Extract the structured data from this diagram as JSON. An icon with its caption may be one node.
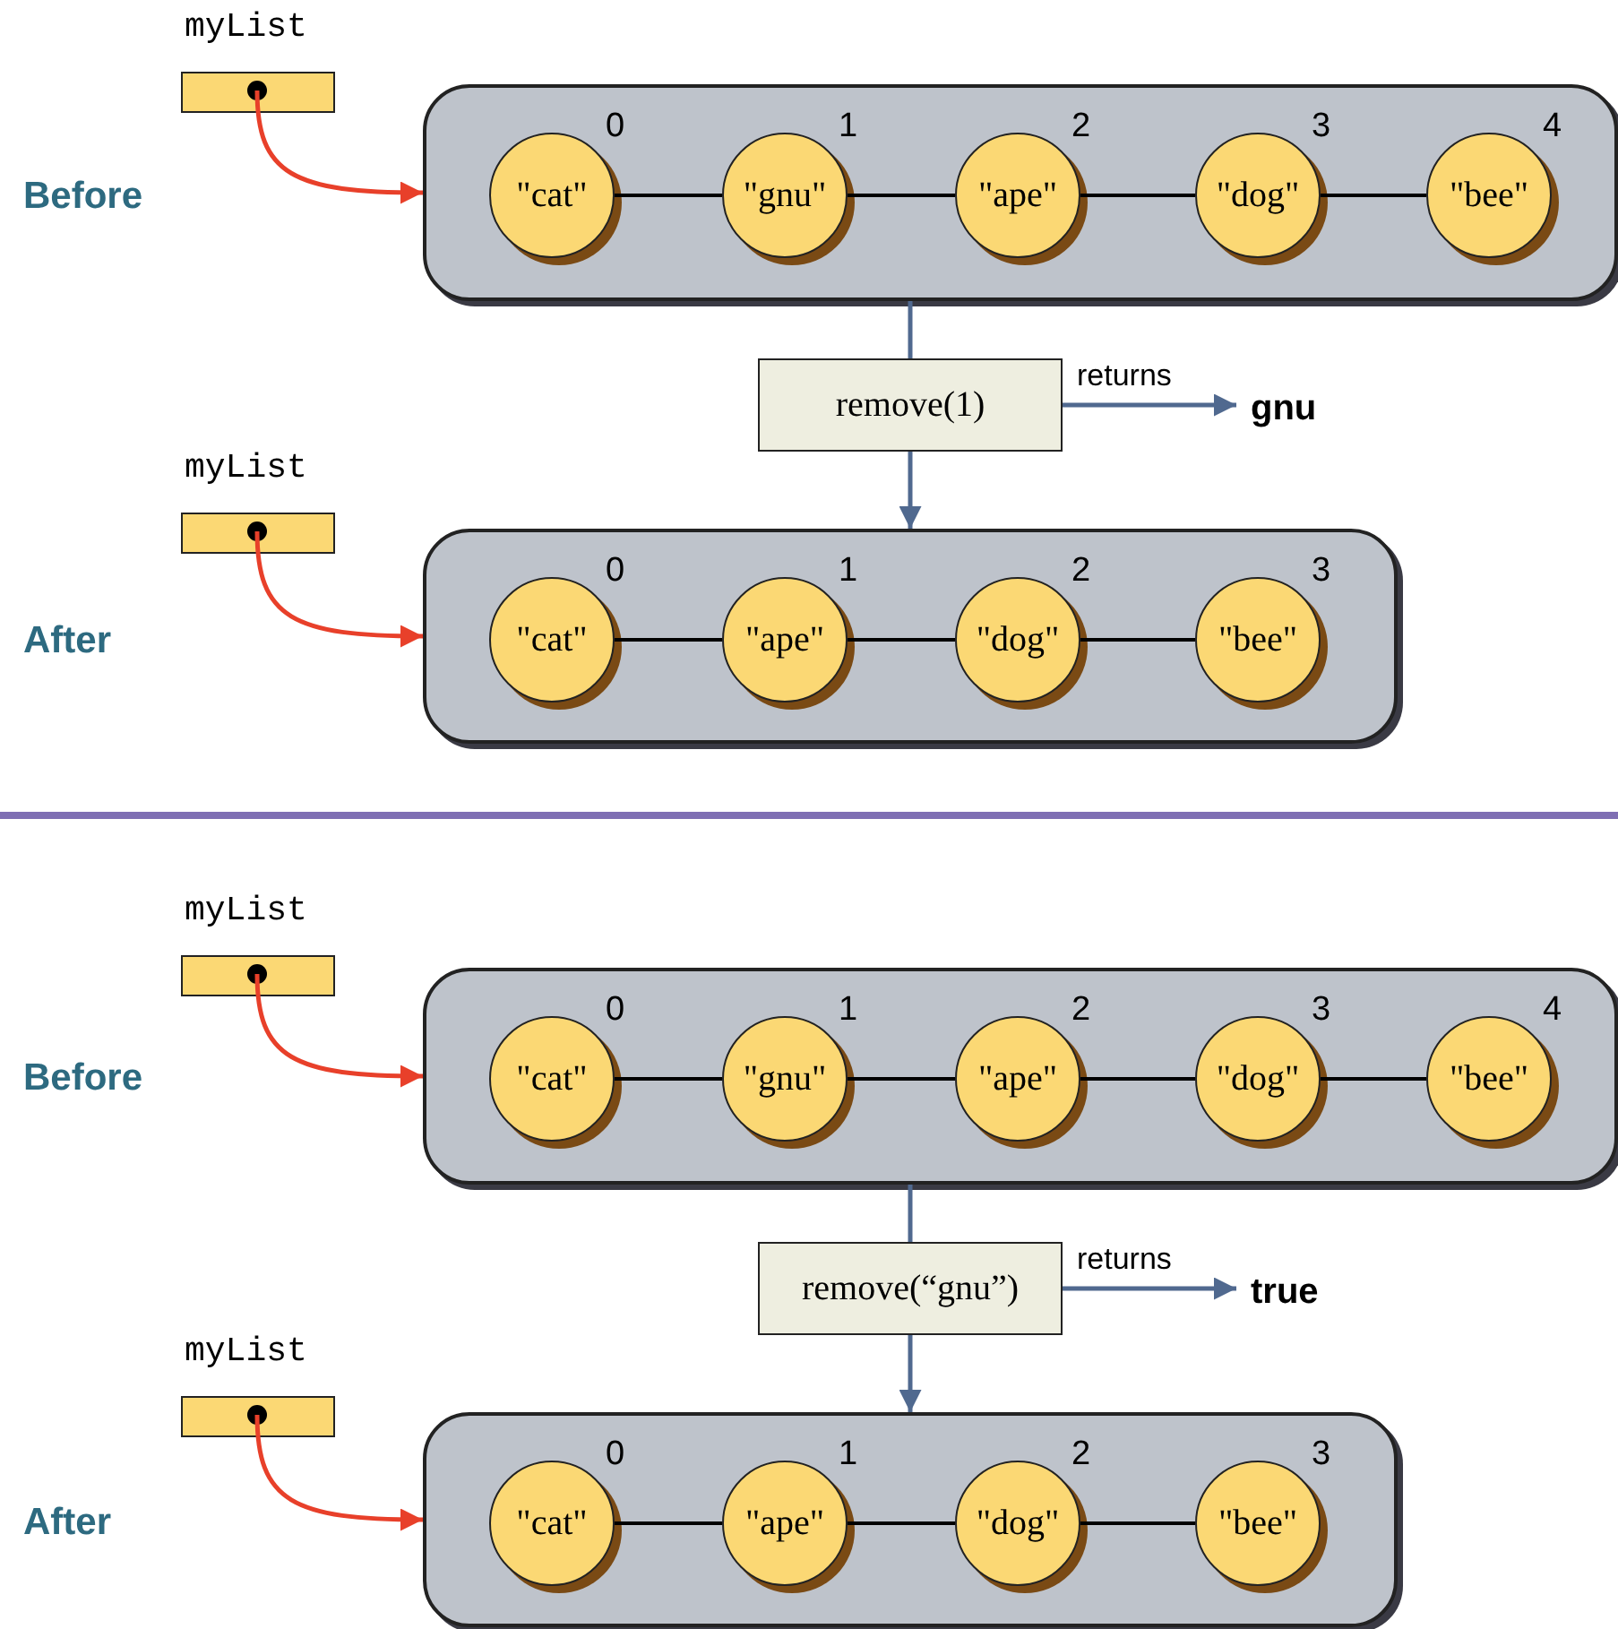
{
  "diagram": {
    "nodes": [
      {
        "text": [
          "myList"
        ]
      },
      {
        "text": [],
        "shape": "box"
      },
      {
        "text": [
          "\"cat\""
        ],
        "in": 1,
        "beside": [
          "0"
        ]
      },
      {
        "text": [
          "\"gnu\""
        ],
        "in": 1,
        "beside": [
          "1"
        ]
      },
      {
        "text": [
          "\"ape\""
        ],
        "in": 1,
        "beside": [
          "2"
        ]
      },
      {
        "text": [
          "\"dog\""
        ],
        "in": 1,
        "beside": [
          "3"
        ]
      },
      {
        "text": [
          "\"bee\""
        ],
        "in": 1,
        "beside": [
          "4"
        ]
      },
      {
        "text": [
          "remove(1)"
        ]
      },
      {
        "text": [
          "gnu"
        ]
      },
      {
        "text": [
          "myList"
        ]
      },
      {
        "text": [],
        "shape": "box"
      },
      {
        "text": [
          "\"cat\""
        ],
        "in": 10,
        "beside": [
          "0"
        ]
      },
      {
        "text": [
          "\"ape\""
        ],
        "in": 10,
        "beside": [
          "1"
        ]
      },
      {
        "text": [
          "\"dog\""
        ],
        "in": 10,
        "beside": [
          "2"
        ]
      },
      {
        "text": [
          "\"bee\""
        ],
        "in": 10,
        "beside": [
          "3"
        ]
      },
      {
        "text": [
          "myList"
        ]
      },
      {
        "text": [],
        "shape": "box"
      },
      {
        "text": [
          "\"cat\""
        ],
        "in": 16,
        "beside": [
          "0"
        ]
      },
      {
        "text": [
          "\"gnu\""
        ],
        "in": 16,
        "beside": [
          "1"
        ]
      },
      {
        "text": [
          "\"ape\""
        ],
        "in": 16,
        "beside": [
          "2"
        ]
      },
      {
        "text": [
          "\"dog\""
        ],
        "in": 16,
        "beside": [
          "3"
        ]
      },
      {
        "text": [
          "\"bee\""
        ],
        "in": 16,
        "beside": [
          "4"
        ]
      },
      {
        "text": [
          "remove(“gnu”)"
        ]
      },
      {
        "text": [
          "true"
        ]
      },
      {
        "text": [
          "myList"
        ]
      },
      {
        "text": [],
        "shape": "box"
      },
      {
        "text": [
          "\"cat\""
        ],
        "in": 25,
        "beside": [
          "0"
        ]
      },
      {
        "text": [
          "\"ape\""
        ],
        "in": 25,
        "beside": [
          "1"
        ]
      },
      {
        "text": [
          "\"dog\""
        ],
        "in": 25,
        "beside": [
          "2"
        ]
      },
      {
        "text": [
          "\"bee\""
        ],
        "in": 25,
        "beside": [
          "3"
        ]
      }
    ],
    "edges": [
      {
        "from": 0,
        "to": 1,
        "arrow": "to",
        "color": "#e8402a"
      },
      {
        "from": 2,
        "to": 3,
        "arrow": "none"
      },
      {
        "from": 3,
        "to": 4,
        "arrow": "none"
      },
      {
        "from": 4,
        "to": 5,
        "arrow": "none"
      },
      {
        "from": 5,
        "to": 6,
        "arrow": "none"
      },
      {
        "from": 1,
        "to": 7,
        "arrow": "none",
        "color": "#50698f"
      },
      {
        "from": 7,
        "to": 10,
        "arrow": "to",
        "color": "#50698f"
      },
      {
        "from": 7,
        "to": 8,
        "arrow": "to",
        "label": "returns",
        "color": "#50698f"
      },
      {
        "from": 9,
        "to": 10,
        "arrow": "to",
        "color": "#e8402a"
      },
      {
        "from": 11,
        "to": 12,
        "arrow": "none"
      },
      {
        "from": 12,
        "to": 13,
        "arrow": "none"
      },
      {
        "from": 13,
        "to": 14,
        "arrow": "none"
      },
      {
        "from": 15,
        "to": 16,
        "arrow": "to",
        "color": "#e8402a"
      },
      {
        "from": 17,
        "to": 18,
        "arrow": "none"
      },
      {
        "from": 18,
        "to": 19,
        "arrow": "none"
      },
      {
        "from": 19,
        "to": 20,
        "arrow": "none"
      },
      {
        "from": 20,
        "to": 21,
        "arrow": "none"
      },
      {
        "from": 16,
        "to": 22,
        "arrow": "none",
        "color": "#50698f"
      },
      {
        "from": 22,
        "to": 25,
        "arrow": "to",
        "color": "#50698f"
      },
      {
        "from": 22,
        "to": 23,
        "arrow": "to",
        "label": "returns",
        "color": "#50698f"
      },
      {
        "from": 24,
        "to": 25,
        "arrow": "to",
        "color": "#e8402a"
      },
      {
        "from": 26,
        "to": 27,
        "arrow": "none"
      },
      {
        "from": 27,
        "to": 28,
        "arrow": "none"
      },
      {
        "from": 28,
        "to": 29,
        "arrow": "none"
      }
    ],
    "labels": [
      "Before",
      "After",
      "Before",
      "After"
    ]
  }
}
